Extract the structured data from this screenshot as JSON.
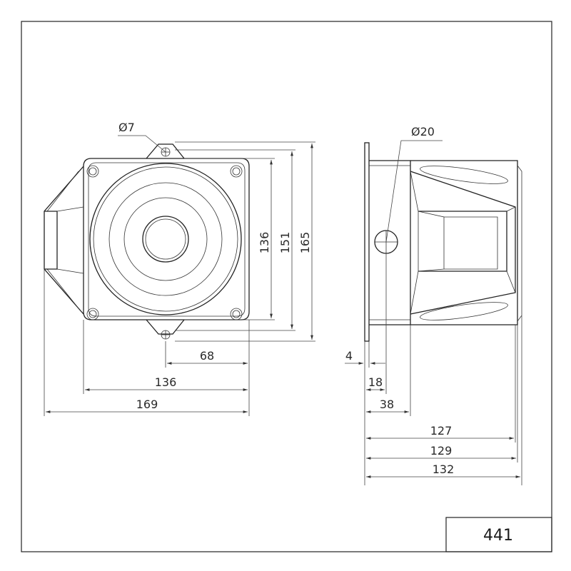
{
  "drawing_code": "441",
  "dims": {
    "dia_small": "Ø7",
    "dia_large": "Ø20",
    "v136": "136",
    "v151": "151",
    "v165": "165",
    "h68": "68",
    "h136": "136",
    "h169": "169",
    "s4": "4",
    "s18": "18",
    "s38": "38",
    "s127": "127",
    "s129": "129",
    "s132": "132"
  },
  "colors": {
    "line": "#222222",
    "background": "#ffffff"
  }
}
